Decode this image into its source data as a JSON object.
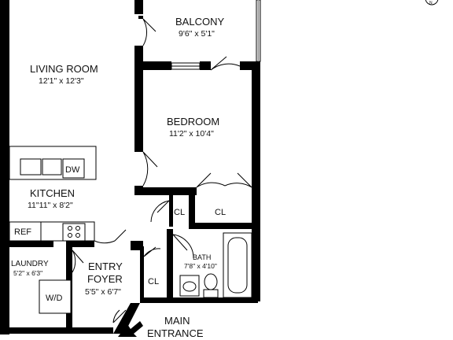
{
  "rooms": {
    "balcony": {
      "name": "BALCONY",
      "dims": "9'6\" x 5'1\""
    },
    "living_room": {
      "name": "LIVING ROOM",
      "dims": "12'1\" x 12'3\""
    },
    "bedroom": {
      "name": "BEDROOM",
      "dims": "11'2\" x 10'4\""
    },
    "kitchen": {
      "name": "KITCHEN",
      "dims": "11\"11\" x 8'2\""
    },
    "laundry": {
      "name": "LAUNDRY",
      "dims": "5'2\" x 6'3\""
    },
    "entry_foyer": {
      "name_line1": "ENTRY",
      "name_line2": "FOYER",
      "dims": "5'5\" x 6'7\""
    },
    "bath": {
      "name": "BATH",
      "dims": "7'8\" x 4'10\""
    }
  },
  "fixtures": {
    "dishwasher": "DW",
    "refrigerator": "REF",
    "washer_dryer": "W/D",
    "closet_a": "CL",
    "closet_b": "CL",
    "closet_c": "CL"
  },
  "entrance": {
    "line1": "MAIN",
    "line2": "ENTRANCE"
  },
  "compass": {
    "label": "N"
  }
}
